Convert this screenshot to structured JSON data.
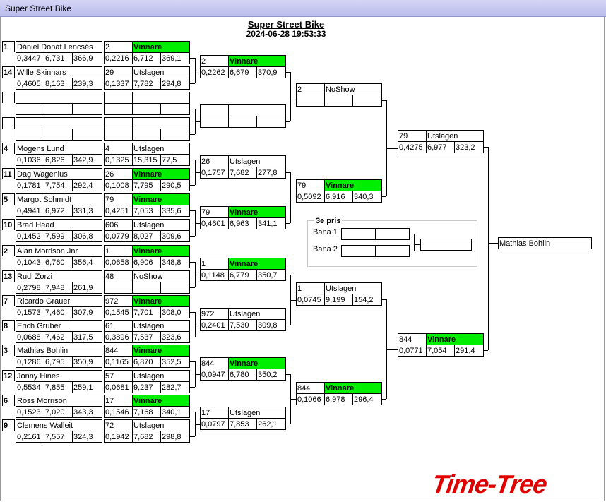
{
  "window": {
    "title": "Super Street Bike"
  },
  "header": {
    "title": "Super Street Bike",
    "datetime": "2024-06-28 19:53:33"
  },
  "round1": [
    {
      "seed": "1",
      "name": "Dániel Donát Lencsés",
      "rt": "0,3447",
      "et": "6,731",
      "speed": "366,9",
      "r_lane": "2",
      "r_result": "Vinnare",
      "r_win": true,
      "r_rt": "0,2216",
      "r_et": "6,712",
      "r_speed": "369,1"
    },
    {
      "seed": "14",
      "name": "Wille Skinnars",
      "rt": "0,4605",
      "et": "8,163",
      "speed": "239,3",
      "r_lane": "29",
      "r_result": "Utslagen",
      "r_win": false,
      "r_rt": "0,1337",
      "r_et": "7,782",
      "r_speed": "294,8"
    },
    {
      "seed": "",
      "name": "",
      "rt": "",
      "et": "",
      "speed": "",
      "r_lane": "",
      "r_result": "",
      "r_win": false,
      "r_rt": "",
      "r_et": "",
      "r_speed": ""
    },
    {
      "seed": "",
      "name": "",
      "rt": "",
      "et": "",
      "speed": "",
      "r_lane": "",
      "r_result": "",
      "r_win": false,
      "r_rt": "",
      "r_et": "",
      "r_speed": ""
    },
    {
      "seed": "4",
      "name": "Mogens Lund",
      "rt": "0,1036",
      "et": "6,826",
      "speed": "342,9",
      "r_lane": "4",
      "r_result": "Utslagen",
      "r_win": false,
      "r_rt": "0,1325",
      "r_et": "15,315",
      "r_speed": "77,5"
    },
    {
      "seed": "11",
      "name": "Dag Wagenius",
      "rt": "0,1781",
      "et": "7,754",
      "speed": "292,4",
      "r_lane": "26",
      "r_result": "Vinnare",
      "r_win": true,
      "r_rt": "0,1008",
      "r_et": "7,795",
      "r_speed": "290,5"
    },
    {
      "seed": "5",
      "name": "Margot Schmidt",
      "rt": "0,4941",
      "et": "6,972",
      "speed": "331,3",
      "r_lane": "79",
      "r_result": "Vinnare",
      "r_win": true,
      "r_rt": "0,4251",
      "r_et": "7,053",
      "r_speed": "335,6"
    },
    {
      "seed": "10",
      "name": "Brad Head",
      "rt": "0,1452",
      "et": "7,599",
      "speed": "306,8",
      "r_lane": "606",
      "r_result": "Utslagen",
      "r_win": false,
      "r_rt": "0,0779",
      "r_et": "8,027",
      "r_speed": "309,6"
    },
    {
      "seed": "2",
      "name": "Alan Morrison Jnr",
      "rt": "0,1043",
      "et": "6,760",
      "speed": "356,4",
      "r_lane": "1",
      "r_result": "Vinnare",
      "r_win": true,
      "r_rt": "0,0658",
      "r_et": "6,906",
      "r_speed": "348,8"
    },
    {
      "seed": "13",
      "name": "Rudi Zorzi",
      "rt": "0,2798",
      "et": "7,948",
      "speed": "261,9",
      "r_lane": "48",
      "r_result": "NoShow",
      "r_win": false,
      "r_rt": "",
      "r_et": "",
      "r_speed": ""
    },
    {
      "seed": "7",
      "name": "Ricardo Grauer",
      "rt": "0,1573",
      "et": "7,460",
      "speed": "307,9",
      "r_lane": "972",
      "r_result": "Vinnare",
      "r_win": true,
      "r_rt": "0,1545",
      "r_et": "7,701",
      "r_speed": "308,0"
    },
    {
      "seed": "8",
      "name": "Erich Gruber",
      "rt": "0,0688",
      "et": "7,462",
      "speed": "317,5",
      "r_lane": "61",
      "r_result": "Utslagen",
      "r_win": false,
      "r_rt": "0,3896",
      "r_et": "7,537",
      "r_speed": "323,6"
    },
    {
      "seed": "3",
      "name": "Mathias Bohlin",
      "rt": "0,1286",
      "et": "6,795",
      "speed": "350,9",
      "r_lane": "844",
      "r_result": "Vinnare",
      "r_win": true,
      "r_rt": "0,1165",
      "r_et": "6,870",
      "r_speed": "352,5"
    },
    {
      "seed": "12",
      "name": "Jonny Hines",
      "rt": "0,5534",
      "et": "7,855",
      "speed": "259,1",
      "r_lane": "57",
      "r_result": "Utslagen",
      "r_win": false,
      "r_rt": "0,0681",
      "r_et": "9,237",
      "r_speed": "282,7"
    },
    {
      "seed": "6",
      "name": "Ross Morrison",
      "rt": "0,1523",
      "et": "7,020",
      "speed": "343,3",
      "r_lane": "17",
      "r_result": "Vinnare",
      "r_win": true,
      "r_rt": "0,1546",
      "r_et": "7,168",
      "r_speed": "340,1"
    },
    {
      "seed": "9",
      "name": "Clemens Walleit",
      "rt": "0,2161",
      "et": "7,557",
      "speed": "324,3",
      "r_lane": "72",
      "r_result": "Utslagen",
      "r_win": false,
      "r_rt": "0,1942",
      "r_et": "7,682",
      "r_speed": "298,8"
    }
  ],
  "round2": [
    {
      "lane": "2",
      "result": "Vinnare",
      "win": true,
      "rt": "0,2262",
      "et": "6,679",
      "speed": "370,9"
    },
    {
      "lane": "",
      "result": "",
      "win": false,
      "rt": "",
      "et": "",
      "speed": ""
    },
    {
      "lane": "26",
      "result": "Utslagen",
      "win": false,
      "rt": "0,1757",
      "et": "7,682",
      "speed": "277,8"
    },
    {
      "lane": "79",
      "result": "Vinnare",
      "win": true,
      "rt": "0,4601",
      "et": "6,963",
      "speed": "341,1"
    },
    {
      "lane": "1",
      "result": "Vinnare",
      "win": true,
      "rt": "0,1148",
      "et": "6,779",
      "speed": "350,7"
    },
    {
      "lane": "972",
      "result": "Utslagen",
      "win": false,
      "rt": "0,2401",
      "et": "7,530",
      "speed": "309,8"
    },
    {
      "lane": "844",
      "result": "Vinnare",
      "win": true,
      "rt": "0,0947",
      "et": "6,780",
      "speed": "350,2"
    },
    {
      "lane": "17",
      "result": "Utslagen",
      "win": false,
      "rt": "0,0797",
      "et": "7,853",
      "speed": "262,1"
    }
  ],
  "round3": [
    {
      "lane": "2",
      "result": "NoShow",
      "win": false,
      "rt": "",
      "et": "",
      "speed": ""
    },
    {
      "lane": "79",
      "result": "Vinnare",
      "win": true,
      "rt": "0,5092",
      "et": "6,916",
      "speed": "340,3"
    },
    {
      "lane": "1",
      "result": "Utslagen",
      "win": false,
      "rt": "0,0745",
      "et": "9,199",
      "speed": "154,2"
    },
    {
      "lane": "844",
      "result": "Vinnare",
      "win": true,
      "rt": "0,1066",
      "et": "6,978",
      "speed": "296,4"
    }
  ],
  "round4": [
    {
      "lane": "79",
      "result": "Utslagen",
      "win": false,
      "rt": "0,4275",
      "et": "6,977",
      "speed": "323,2"
    },
    {
      "lane": "844",
      "result": "Vinnare",
      "win": true,
      "rt": "0,0771",
      "et": "7,054",
      "speed": "291,4"
    }
  ],
  "champion": {
    "name": "Mathias Bohlin"
  },
  "third_place": {
    "title": "3e pris",
    "lane1_label": "Bana 1",
    "lane2_label": "Bana 2"
  },
  "logo": {
    "text": "Time-Tree",
    "color": "#e00000"
  },
  "colors": {
    "winner": "#00ee00",
    "titlebar": "#c8c9f2"
  }
}
